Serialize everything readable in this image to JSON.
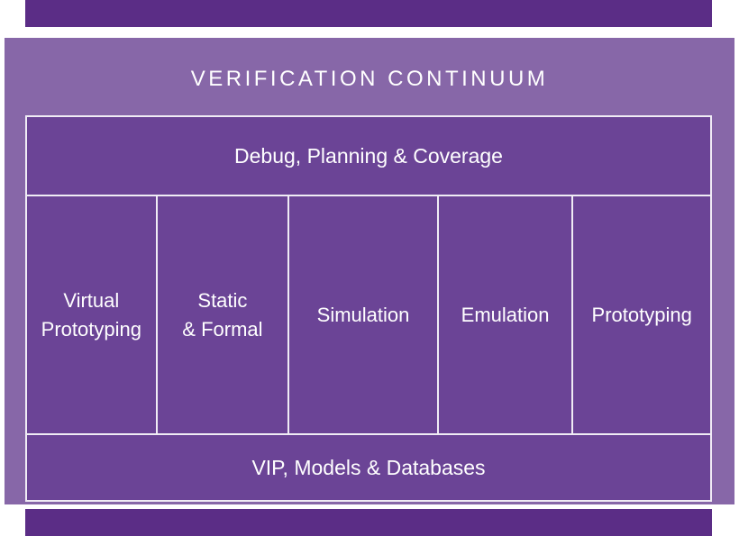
{
  "colors": {
    "accent_band": "#5b2d86",
    "panel_background": "#8767a8",
    "cell_background": "#6b4496",
    "border": "#f0ecf5",
    "text": "#ffffff",
    "outer_background": "#ffffff"
  },
  "diagram": {
    "title": "VERIFICATION CONTINUUM",
    "top_row_label": "Debug, Planning & Coverage",
    "columns": [
      {
        "label": "Virtual\nPrototyping"
      },
      {
        "label": "Static\n& Formal"
      },
      {
        "label": "Simulation"
      },
      {
        "label": "Emulation"
      },
      {
        "label": "Prototyping"
      }
    ],
    "bottom_row_label": "VIP, Models & Databases"
  }
}
